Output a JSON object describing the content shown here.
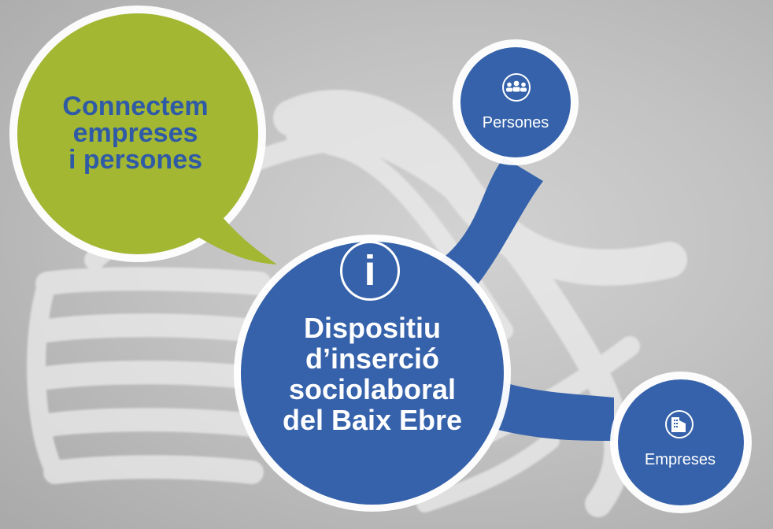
{
  "headline": [
    "Connectem",
    "empreses",
    "i persones"
  ],
  "main": {
    "icon": "info-icon",
    "title": [
      "Dispositiu",
      "d’inserció",
      "sociolaboral",
      "del Baix Ebre"
    ]
  },
  "nodes": {
    "persones": {
      "icon": "people-icon",
      "label": "Persones"
    },
    "empreses": {
      "icon": "building-icon",
      "label": "Empreses"
    }
  },
  "colors": {
    "blue": "#3562aa",
    "green": "#a3b733",
    "headline_text": "#2f5aa6",
    "background": "#bdbdbd"
  }
}
